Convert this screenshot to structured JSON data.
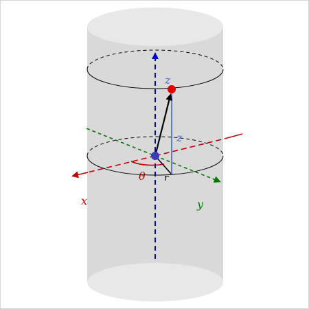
{
  "labels": {
    "x_axis": "x",
    "y_axis": "y",
    "z_axis": "z",
    "z_height": "z",
    "theta": "θ",
    "r": "r"
  },
  "colors": {
    "cylinder_body": "#d9d9d9",
    "cylinder_cap": "#e8e8e8",
    "x_axis": "#c00000",
    "y_axis": "#007a00",
    "z_axis": "#0000cc",
    "z_label": "#4f6bd8",
    "height_segment": "#4a62e0",
    "point": "#e00000",
    "origin": "#3b3bb5",
    "theta_arc": "#c00000",
    "vector": "#000000"
  }
}
